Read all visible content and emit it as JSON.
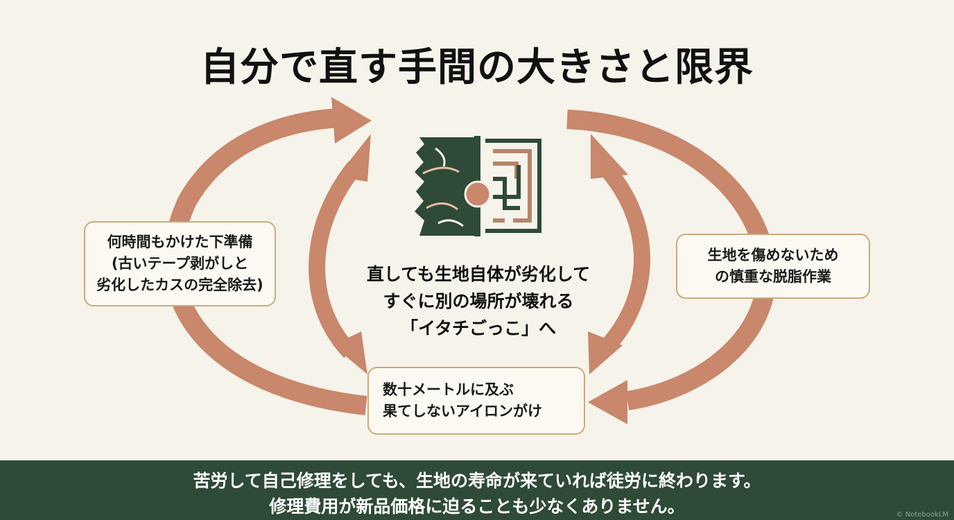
{
  "title": "自分で直す手間の大きさと限界",
  "boxes": {
    "left": [
      "何時間もかけた下準備",
      "(古いテープ剥がしと",
      "劣化したカスの完全除去)"
    ],
    "right": [
      "生地を傷めないため",
      "の慎重な脱脂作業"
    ],
    "bottom": [
      "数十メートルに及ぶ",
      "果てしないアイロンがけ"
    ]
  },
  "center": [
    "直しても生地自体が劣化して",
    "すぐに別の場所が壊れる",
    "「イタチごっこ」へ"
  ],
  "banner": [
    "苦労して自己修理をしても、生地の寿命が来ていれば徒労に終わります。",
    "修理費用が新品価格に迫ることも少なくありません。"
  ],
  "credit": "© NotebookLM",
  "icon": "torn-fabric-maze-icon",
  "colors": {
    "background": "#f6f3ea",
    "arrow": "#c9876c",
    "green": "#2f4a37",
    "box_border": "#c9ab7f"
  }
}
